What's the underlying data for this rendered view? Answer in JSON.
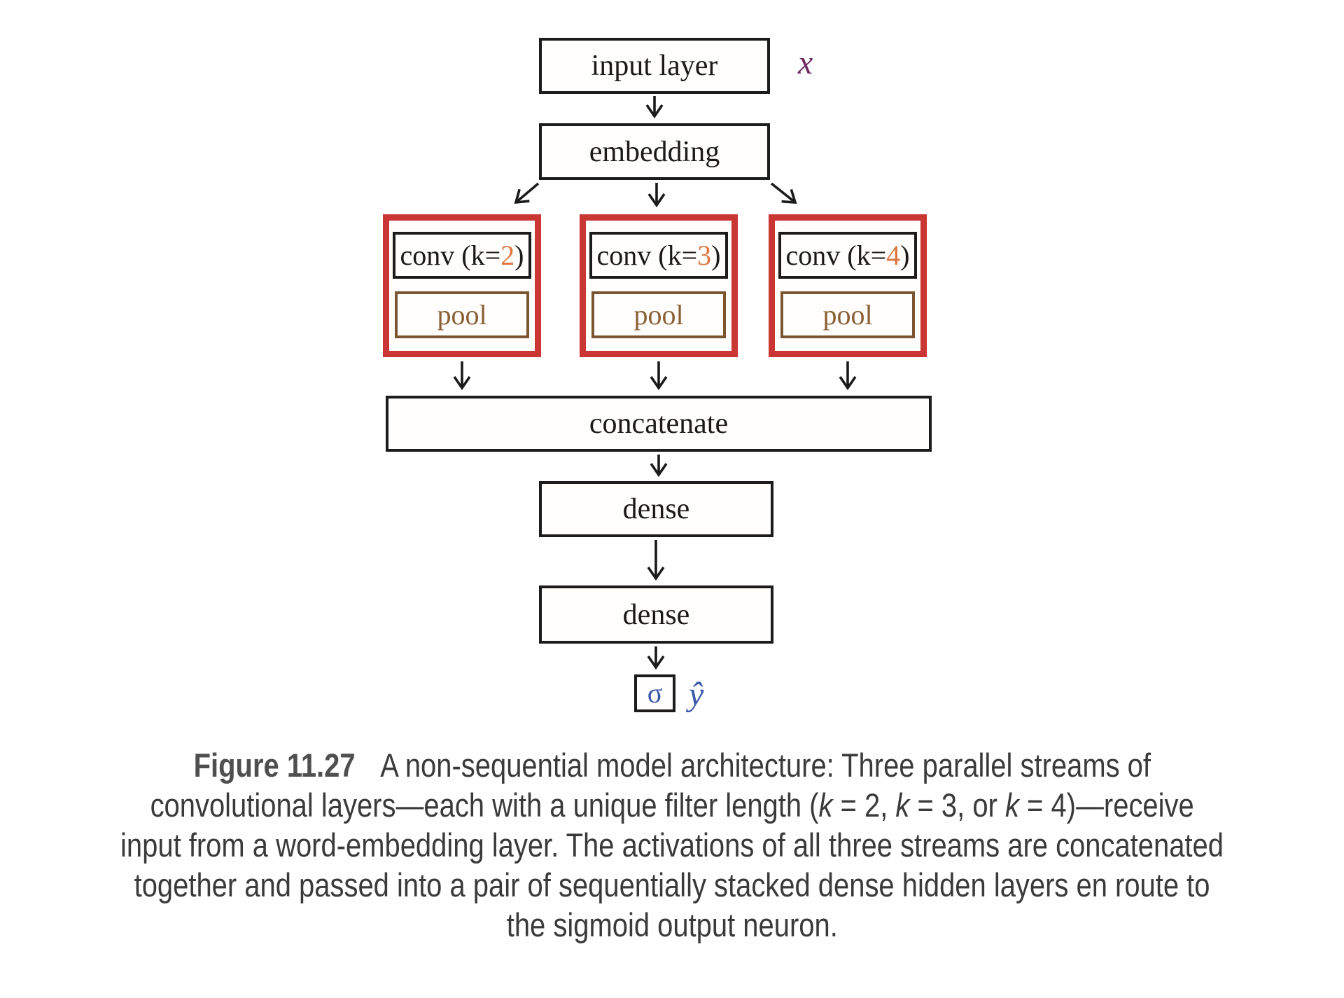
{
  "figure": {
    "input_layer_label": "input layer",
    "input_symbol": "x",
    "embedding_label": "embedding",
    "streams": [
      {
        "conv_prefix": "conv (k=",
        "k_value": "2",
        "conv_suffix": ")",
        "pool_label": "pool"
      },
      {
        "conv_prefix": "conv (k=",
        "k_value": "3",
        "conv_suffix": ")",
        "pool_label": "pool"
      },
      {
        "conv_prefix": "conv (k=",
        "k_value": "4",
        "conv_suffix": ")",
        "pool_label": "pool"
      }
    ],
    "concatenate_label": "concatenate",
    "dense1_label": "dense",
    "dense2_label": "dense",
    "sigma_symbol": "σ",
    "output_symbol": "ŷ"
  },
  "caption": {
    "figure_label": "Figure 11.27",
    "line1_rest": "A non-sequential model architecture: Three parallel streams of",
    "line2_segments": [
      {
        "t": "convolutional layers—each with a unique filter length ("
      },
      {
        "t": "k"
      },
      {
        "t": " = 2, "
      },
      {
        "t": "k"
      },
      {
        "t": " = 3, or "
      },
      {
        "t": "k"
      },
      {
        "t": " = 4)—receive"
      }
    ],
    "line3": "input from a word-embedding layer. The activations of all three streams are concatenated",
    "line4": "together and passed into a pair of sequentially stacked dense hidden layers en route to",
    "line5": "the sigmoid output neuron."
  },
  "colors": {
    "box_border_black": "#1c1c1c",
    "stream_frame_red": "#c93634",
    "k_value_orange": "#dd7640",
    "pool_border_brown": "#7a5530",
    "pool_text_brown": "#8a5f33",
    "input_symbol_purple": "#6e2a60",
    "output_symbol_blue": "#3a57a7",
    "caption_text_gray": "#3a3a3a"
  }
}
